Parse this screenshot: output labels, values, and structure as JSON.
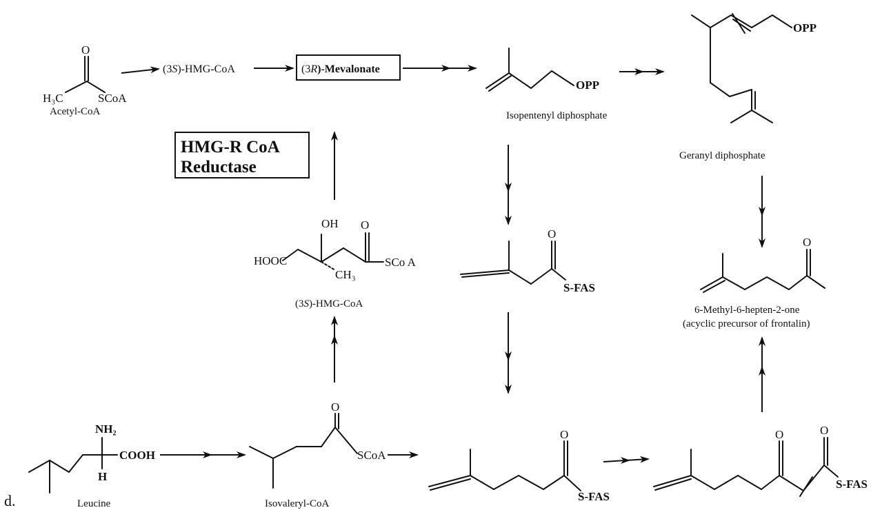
{
  "compounds": {
    "acetyl_coa": "Acetyl-CoA",
    "hmg_coa_top_pre": "(3",
    "hmg_coa_top_s": "S",
    "hmg_coa_top_post": ")-HMG-CoA",
    "mevalonate_pre": "(3",
    "mevalonate_r": "R",
    "mevalonate_post": ")-Mevalonate",
    "ipp": "Isopentenyl diphosphate",
    "gpp": "Geranyl diphosphate",
    "hmg_coa_mid_pre": "(3",
    "hmg_coa_mid_s": "S",
    "hmg_coa_mid_post": ")-HMG-CoA",
    "product_line1": "6-Methyl-6-hepten-2-one",
    "product_line2": "(acyclic precursor of frontalin)",
    "leucine": "Leucine",
    "isovaleryl_coa": "Isovaleryl-CoA"
  },
  "enzyme_box": {
    "line1": "HMG-R CoA",
    "line2": "Reductase"
  },
  "atoms": {
    "h3c": "H₃C",
    "o": "O",
    "scoa": "SCoA",
    "scoa_spaced": "SCo A",
    "s_fas": "S-FAS",
    "opp": "OPP",
    "oh": "OH",
    "ch3": "CH₃",
    "hooc": "HOOC",
    "nh2": "NH₂",
    "cooh": "COOH",
    "h": "H"
  },
  "panel_label": "d."
}
